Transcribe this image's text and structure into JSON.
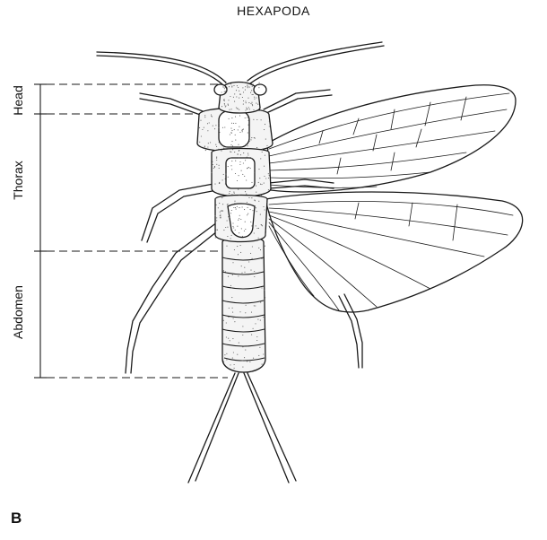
{
  "figure": {
    "title": "HEXAPODA",
    "panel_letter": "B"
  },
  "regions": [
    {
      "name": "head",
      "label": "Head"
    },
    {
      "name": "thorax",
      "label": "Thorax"
    },
    {
      "name": "abdomen",
      "label": "Abdomen"
    }
  ]
}
